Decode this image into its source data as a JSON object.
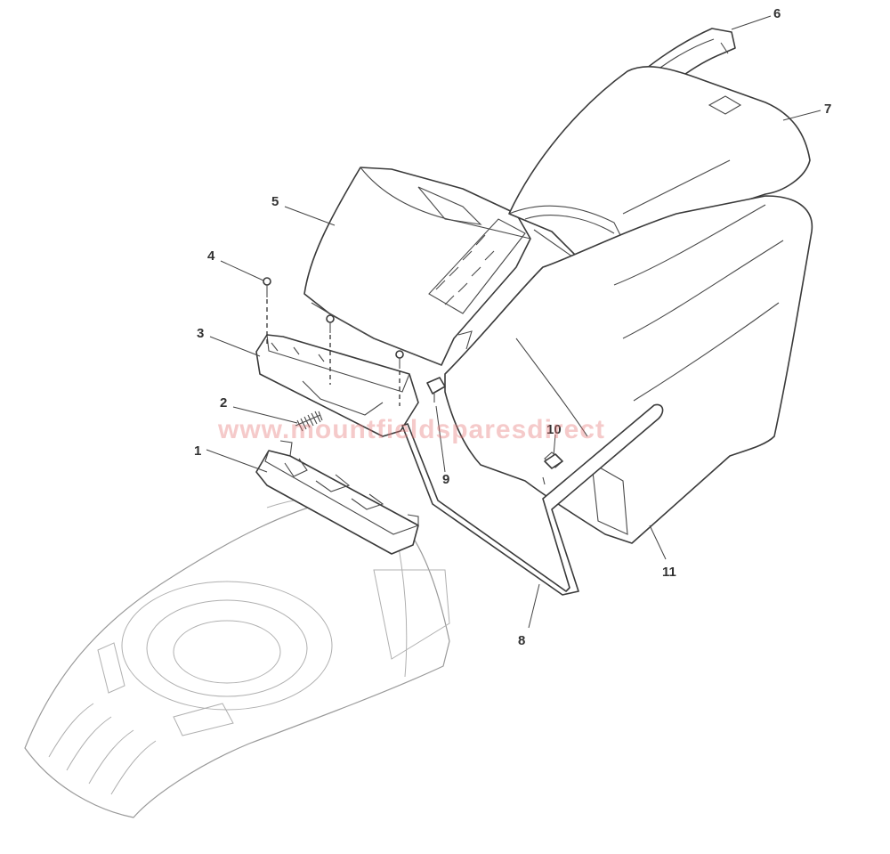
{
  "watermark": "www.mountfieldsparesdirect",
  "callouts": {
    "c1": "1",
    "c2": "2",
    "c3": "3",
    "c4": "4",
    "c5": "5",
    "c6": "6",
    "c7": "7",
    "c8": "8",
    "c9": "9",
    "c10": "10",
    "c11": "11"
  },
  "colors": {
    "line": "#3a3a3a",
    "faint_line": "#9a9a9a",
    "watermark": "#e57373"
  }
}
